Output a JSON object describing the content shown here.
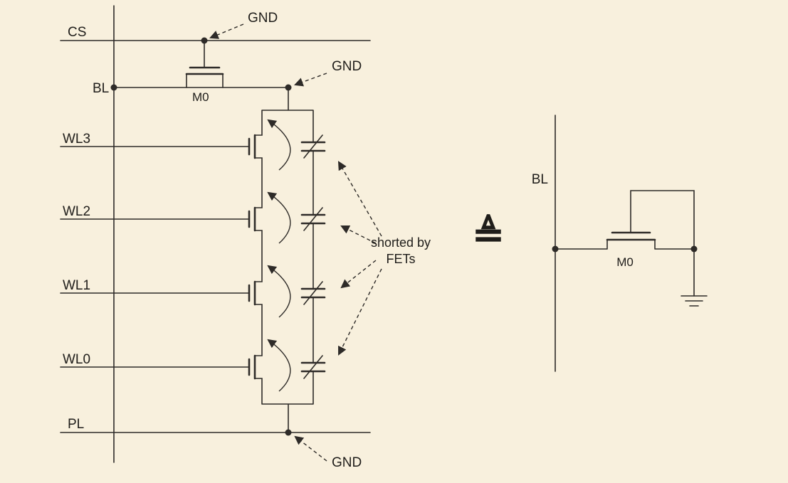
{
  "colors": {
    "background": "#f8f0dd",
    "stroke": "#2e2b28",
    "text": "#1f1d1a"
  },
  "left_circuit": {
    "signals": {
      "cs": "CS",
      "bl": "BL",
      "wl3": "WL3",
      "wl2": "WL2",
      "wl1": "WL1",
      "wl0": "WL0",
      "pl": "PL"
    },
    "transistor": "M0",
    "gnd_top": "GND",
    "gnd_bitline": "GND",
    "gnd_plateline": "GND",
    "annotation": {
      "line1": "shorted by",
      "line2": "FETs"
    }
  },
  "equivalence": {
    "symbol": "≜"
  },
  "right_circuit": {
    "bitline": "BL",
    "transistor": "M0"
  }
}
